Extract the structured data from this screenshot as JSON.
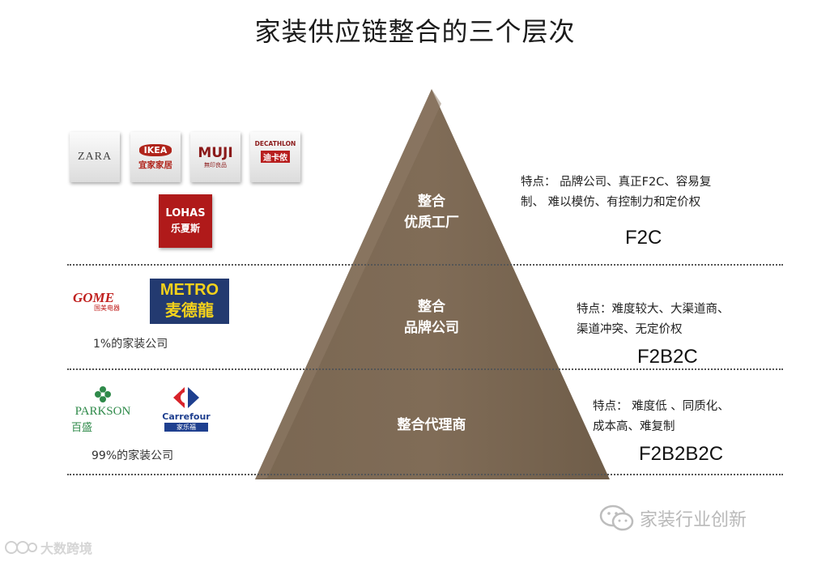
{
  "title": "家装供应链整合的三个层次",
  "colors": {
    "pyramid": "#7d6a55",
    "pyramid_highlight": "#9b8a76",
    "ikea_red": "#b0241b",
    "metro_blue": "#233a70",
    "metro_yellow": "#f4d21b",
    "lohas_red": "#b01a1a",
    "gome_red": "#c0201e",
    "parkson_green": "#2f8a4a",
    "carrefour_blue": "#1e3f8f",
    "carrefour_red": "#d8232a"
  },
  "tiers": [
    {
      "label_line1": "整合",
      "label_line2": "优质工厂",
      "feature_line1": "特点： 品牌公司、真正F2C、容易复",
      "feature_line2": "制、 难以模仿、有控制力和定价权",
      "code": "F2C",
      "logos": [
        {
          "name": "ZARA",
          "sub": ""
        },
        {
          "name": "IKEA",
          "sub": "宜家家居"
        },
        {
          "name": "MUJI",
          "sub": "無印良品"
        },
        {
          "name": "DECATHLON",
          "sub": "迪卡侬"
        },
        {
          "name": "LOHAS",
          "sub": "乐夏斯"
        }
      ]
    },
    {
      "label_line1": "整合",
      "label_line2": "品牌公司",
      "feature_line1": "特点：难度较大、大渠道商、",
      "feature_line2": "渠道冲突、无定价权",
      "code": "F2B2C",
      "note": "1%的家装公司",
      "logos": [
        {
          "name": "GOME",
          "sub": "国美电器"
        },
        {
          "name": "METRO",
          "sub": "麦德龍"
        }
      ]
    },
    {
      "label_line1": "整合代理商",
      "feature_line1": "特点： 难度低 、同质化、",
      "feature_line2": "成本高、难复制",
      "code": "F2B2B2C",
      "note": "99%的家装公司",
      "logos": [
        {
          "name": "PARKSON",
          "sub": "百盛"
        },
        {
          "name": "Carrefour",
          "sub": "家乐福"
        }
      ]
    }
  ],
  "watermarks": {
    "wechat": "家装行业创新",
    "corner": "大数跨境"
  }
}
